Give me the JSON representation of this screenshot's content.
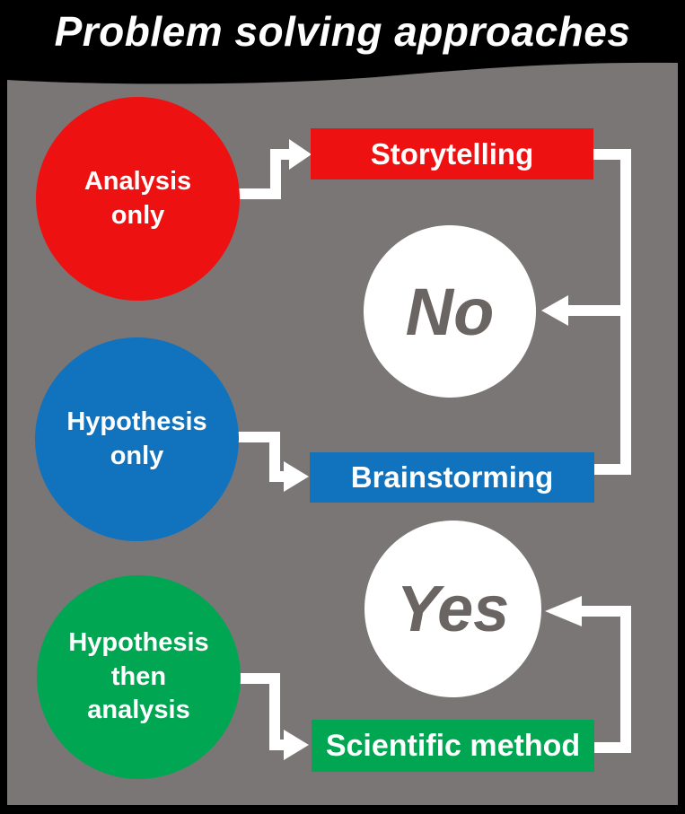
{
  "title": "Problem solving approaches",
  "palette": {
    "red": "#EE1111",
    "blue": "#1172BD",
    "green": "#00A651",
    "panel_gray": "#7B7676",
    "decision_text_gray": "#6A6462",
    "arrow_white": "#FFFFFF",
    "background_black": "#000000",
    "label_white": "#FFFFFF"
  },
  "circles": [
    {
      "id": "analysis-only",
      "color": "#EE1111",
      "lines": [
        "Analysis",
        "only"
      ]
    },
    {
      "id": "hypothesis-only",
      "color": "#1172BD",
      "lines": [
        "Hypothesis",
        "only"
      ]
    },
    {
      "id": "hypothesis-then-analysis",
      "color": "#00A651",
      "lines": [
        "Hypothesis",
        "then",
        "analysis"
      ]
    }
  ],
  "boxes": [
    {
      "id": "storytelling",
      "color": "#EE1111",
      "label": "Storytelling"
    },
    {
      "id": "brainstorming",
      "color": "#1172BD",
      "label": "Brainstorming"
    },
    {
      "id": "scientific-method",
      "color": "#00A651",
      "label": "Scientific method"
    }
  ],
  "decisions": [
    {
      "id": "no",
      "label": "No"
    },
    {
      "id": "yes",
      "label": "Yes"
    }
  ]
}
